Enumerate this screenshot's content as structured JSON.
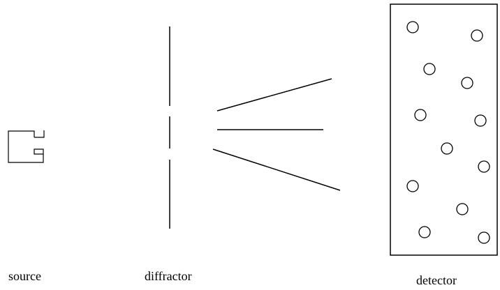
{
  "labels": {
    "source": "source",
    "diffractor": "diffractor",
    "detector": "detector"
  },
  "colors": {
    "line": "#000000",
    "background": "#ffffff"
  }
}
